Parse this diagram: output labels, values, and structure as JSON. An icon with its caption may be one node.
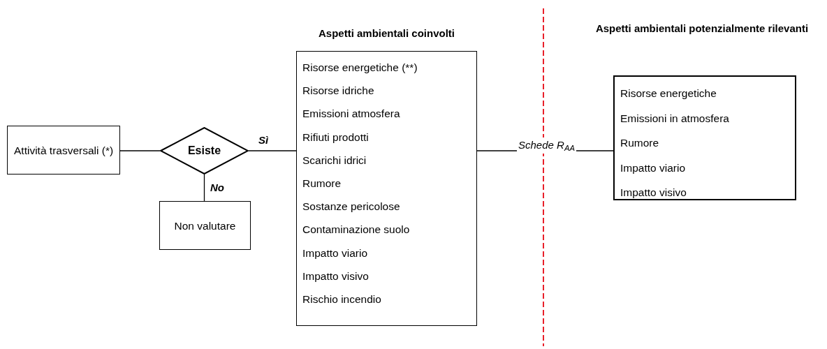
{
  "diagram": {
    "nodes": [
      {
        "text": [
          "Attività trasversali (*)"
        ]
      },
      {
        "text": [
          "Esiste"
        ]
      },
      {
        "text": [
          "Non valutare"
        ]
      },
      {
        "text": [
          "Aspetti ambientali coinvolti",
          "Risorse energetiche (**)",
          "Risorse idriche",
          "Emissioni atmosfera",
          "Rifiuti prodotti",
          "Scarichi idrici",
          "Rumore",
          "Sostanze pericolose",
          "Contaminazione suolo",
          "Impatto viario",
          "Impatto visivo",
          "Rischio incendio"
        ]
      },
      {
        "text": [
          "Aspetti ambientali potenzialmente rilevanti",
          "Risorse energetiche",
          "Emissioni in atmosfera",
          "Rumore",
          "Impatto viario",
          "Impatto visivo"
        ]
      }
    ],
    "edges": [
      {
        "from": 0,
        "to": 1,
        "arrow": "none"
      },
      {
        "from": 1,
        "to": 3,
        "arrow": "none",
        "label": "Sì"
      },
      {
        "from": 1,
        "to": 2,
        "arrow": "none",
        "label": "No"
      },
      {
        "from": 3,
        "to": 4,
        "arrow": "none",
        "label": "Schede R$_{AA}$"
      }
    ]
  }
}
